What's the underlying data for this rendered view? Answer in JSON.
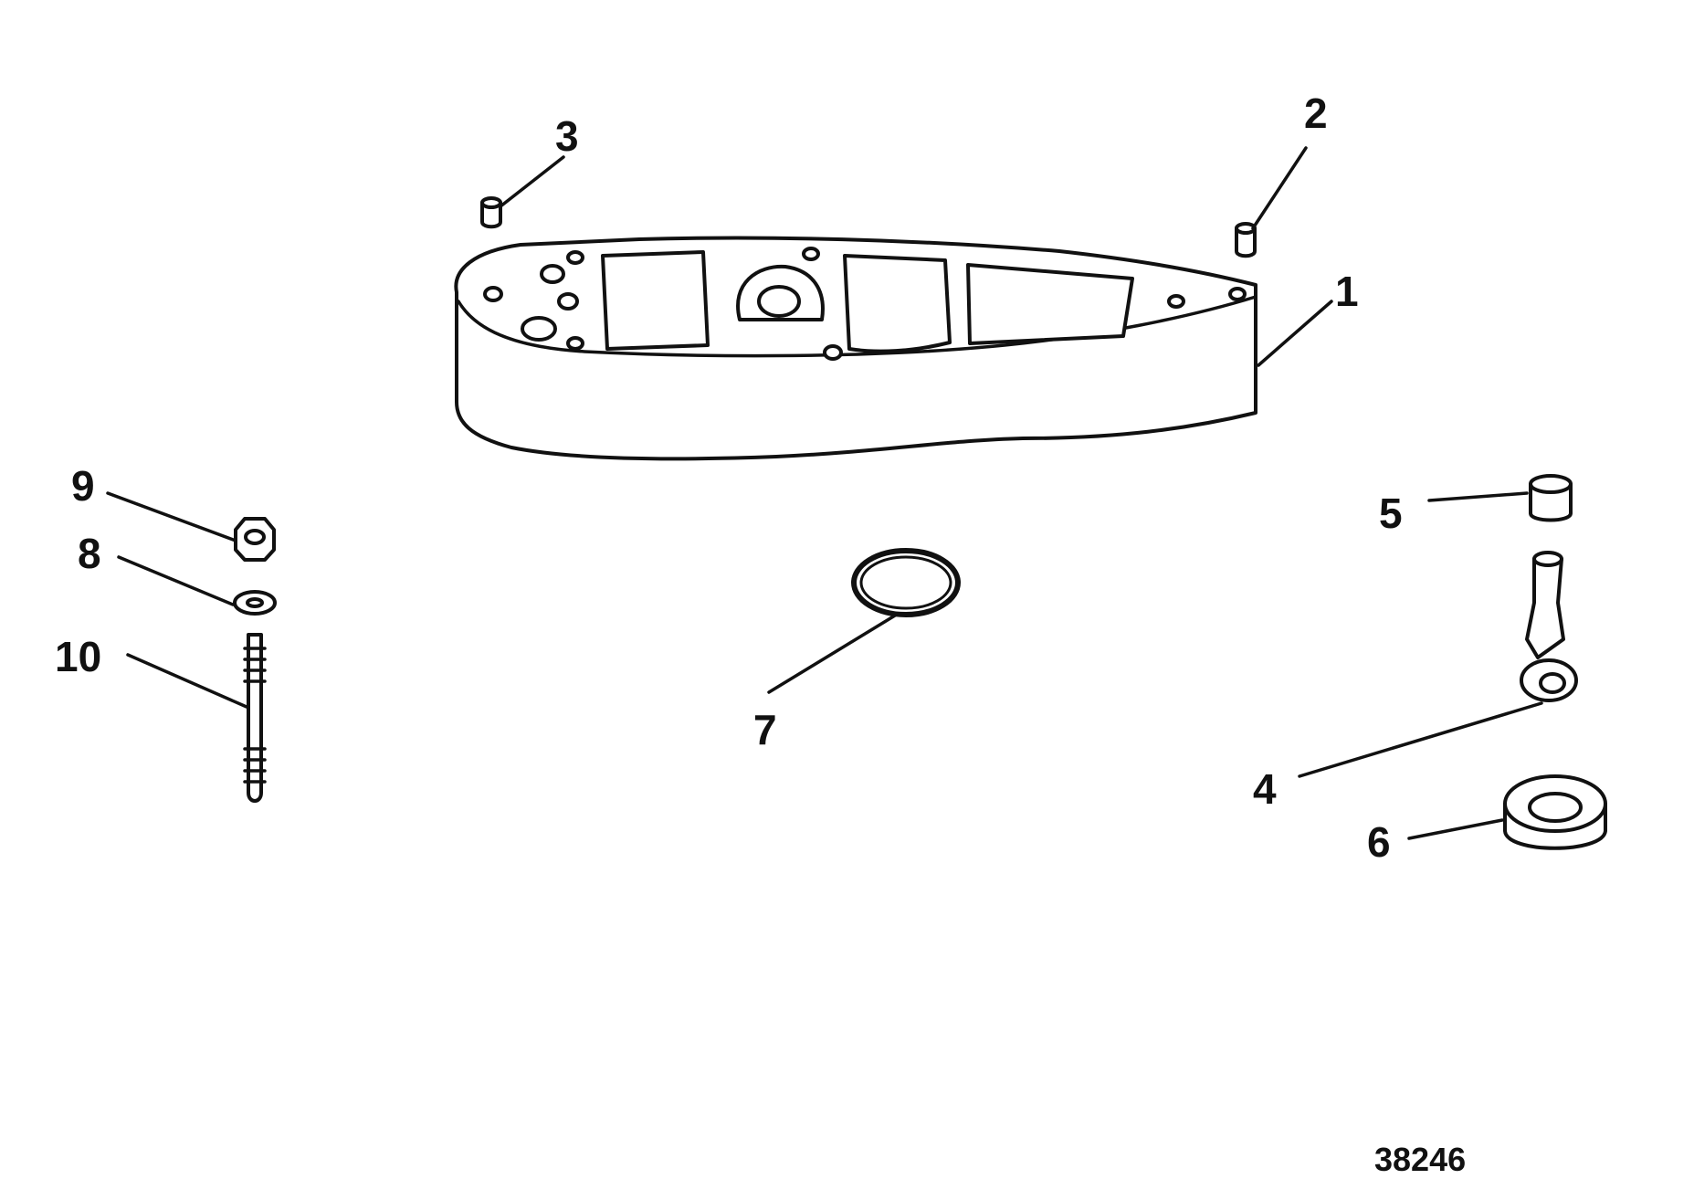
{
  "diagram": {
    "figure_number": "38246",
    "callouts": [
      {
        "id": "1",
        "label": "1",
        "part": "adapter-plate"
      },
      {
        "id": "2",
        "label": "2",
        "part": "dowel-pin-right"
      },
      {
        "id": "3",
        "label": "3",
        "part": "dowel-pin-left"
      },
      {
        "id": "4",
        "label": "4",
        "part": "cable-bolt"
      },
      {
        "id": "5",
        "label": "5",
        "part": "cap"
      },
      {
        "id": "6",
        "label": "6",
        "part": "bushing"
      },
      {
        "id": "7",
        "label": "7",
        "part": "o-ring"
      },
      {
        "id": "8",
        "label": "8",
        "part": "washer"
      },
      {
        "id": "9",
        "label": "9",
        "part": "nut"
      },
      {
        "id": "10",
        "label": "10",
        "part": "stud"
      }
    ],
    "colors": {
      "ink": "#111111",
      "paper": "#ffffff"
    }
  }
}
